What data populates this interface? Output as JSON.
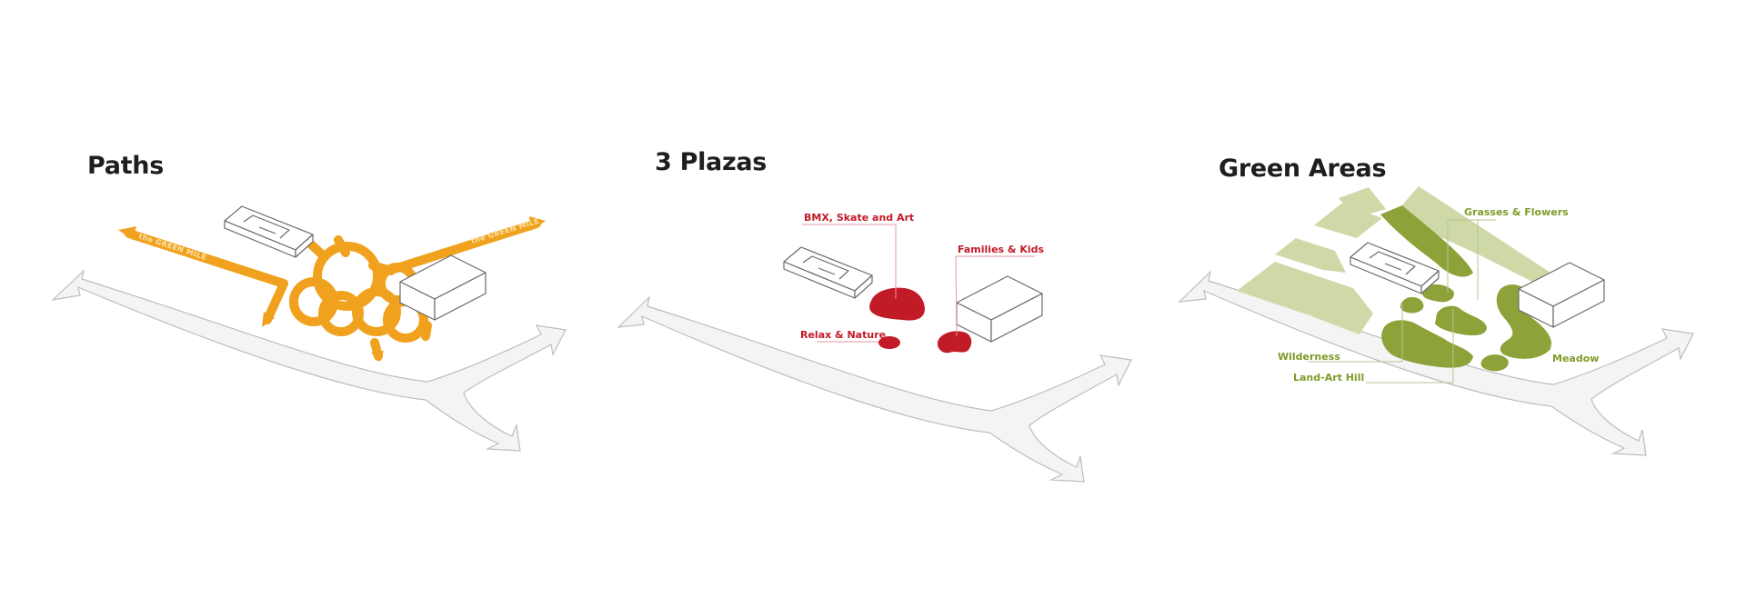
{
  "panels": [
    {
      "title": "Paths",
      "labels": {
        "mile_left": "the GREEN MILE",
        "mile_right": "the GREEN MILE"
      }
    },
    {
      "title": "3 Plazas",
      "labels": {
        "bmx": "BMX, Skate and Art",
        "families": "Families & Kids",
        "relax": "Relax & Nature"
      }
    },
    {
      "title": "Green Areas",
      "labels": {
        "grasses": "Grasses & Flowers",
        "wilderness": "Wilderness",
        "landart": "Land-Art Hill",
        "meadow": "Meadow"
      }
    }
  ],
  "colors": {
    "path_orange": "#f0a21e",
    "plaza_red": "#c21b28",
    "green_light": "#cfd9a8",
    "green_dark": "#8ea23a",
    "label_green": "#7f9b27",
    "road_fill": "#f4f4f4",
    "road_stroke": "#bdbdbd",
    "building_stroke": "#6a6a6a"
  }
}
